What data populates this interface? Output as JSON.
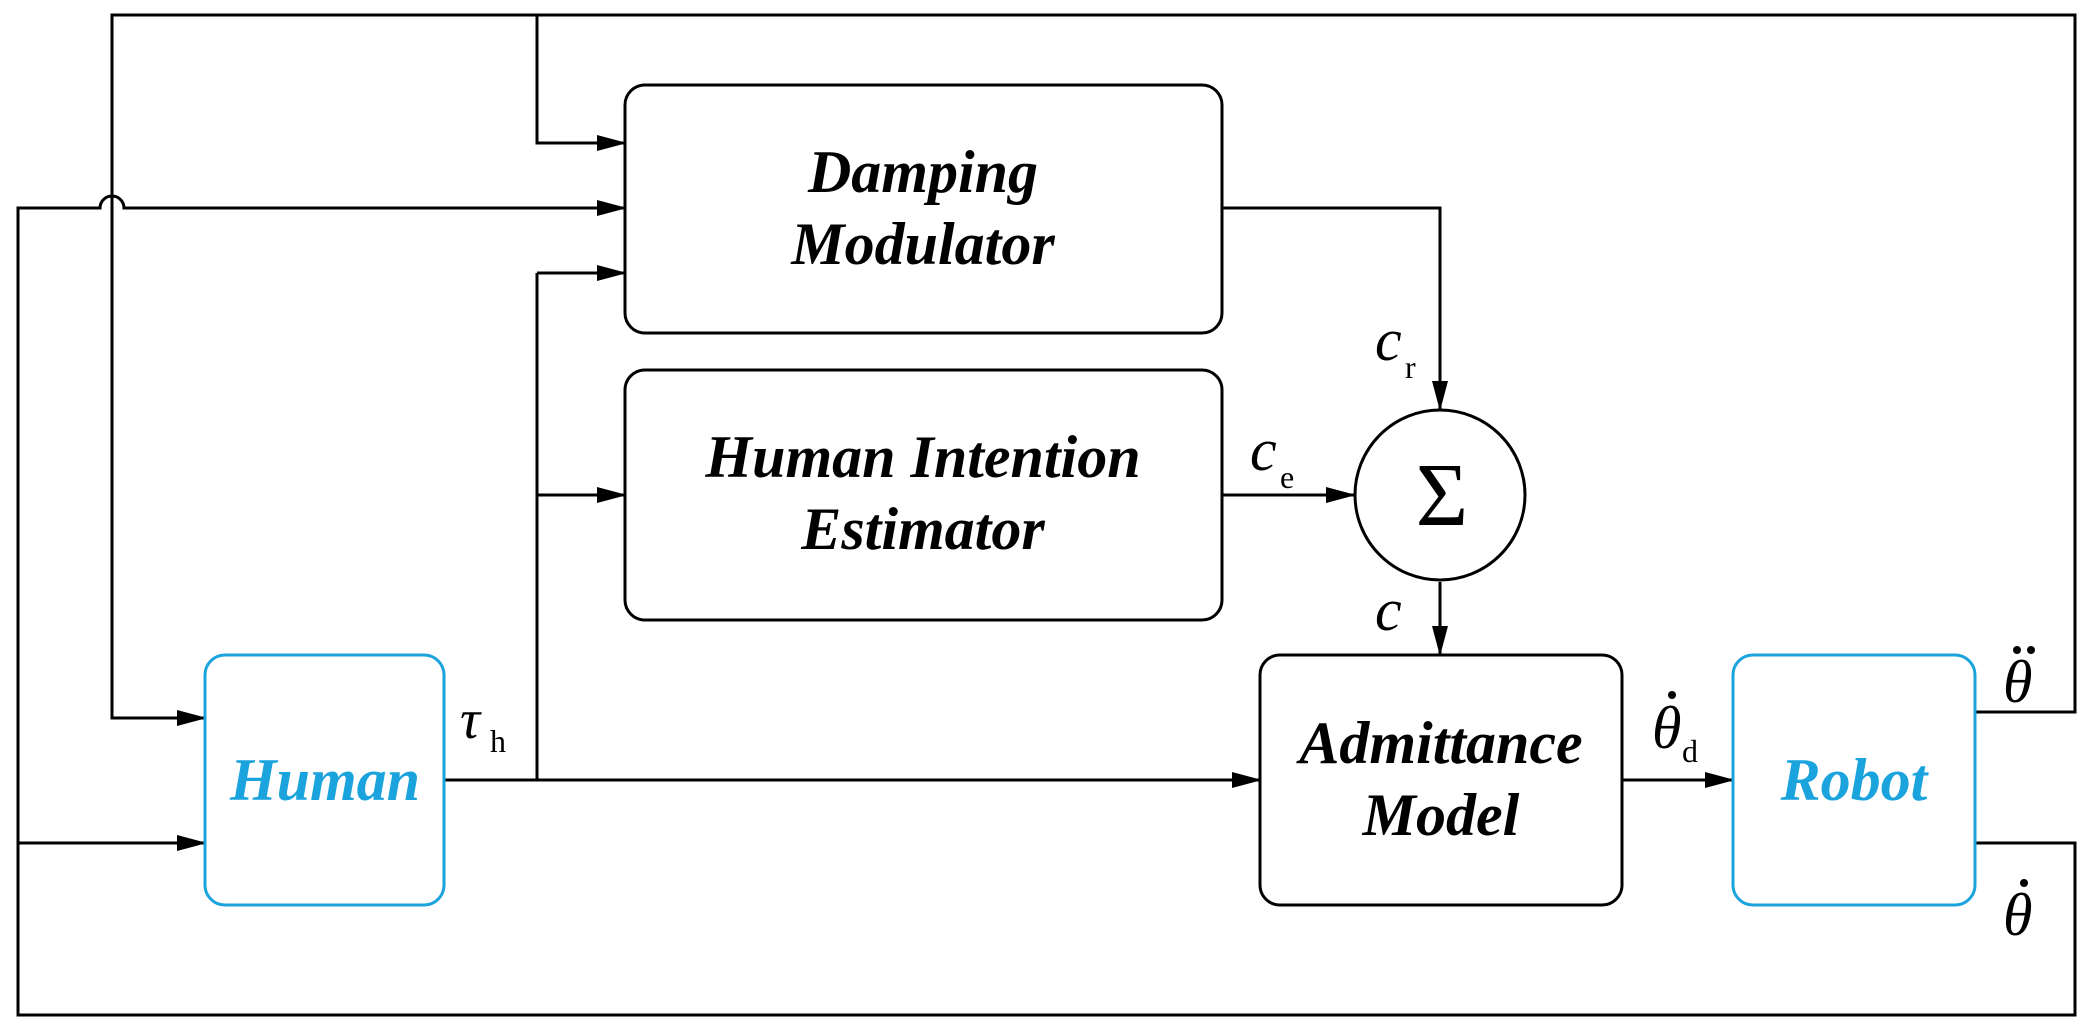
{
  "blocks": {
    "damping_modulator": {
      "line1": "Damping",
      "line2": "Modulator"
    },
    "intention_estimator": {
      "line1": "Human Intention",
      "line2": "Estimator"
    },
    "human": {
      "label": "Human"
    },
    "admittance_model": {
      "line1": "Admittance",
      "line2": "Model"
    },
    "robot": {
      "label": "Robot"
    },
    "summer": {
      "symbol": "Σ"
    }
  },
  "signals": {
    "c_r": {
      "base": "c",
      "sub": "r"
    },
    "c_e": {
      "base": "c",
      "sub": "e"
    },
    "c": {
      "base": "c"
    },
    "tau_h": {
      "base": "τ",
      "sub": "h"
    },
    "theta_d_dot": {
      "base": "θ",
      "sub": "d"
    },
    "theta_ddot": {
      "base": "θ"
    },
    "theta_dot": {
      "base": "θ"
    }
  },
  "colors": {
    "line": "#000000",
    "highlight": "#1aa3dd",
    "background": "#ffffff"
  }
}
